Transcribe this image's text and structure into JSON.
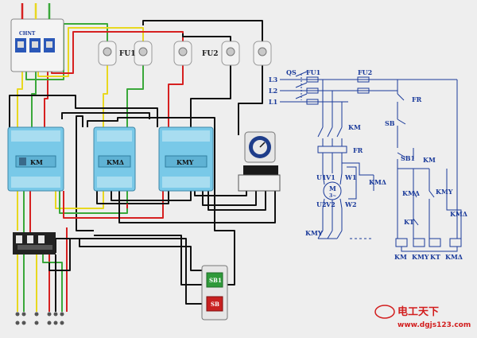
{
  "wiring": {
    "breaker_brand": "CHNT",
    "fuse_group_1": "FU1",
    "fuse_group_2": "FU2",
    "contactor_1": "KM",
    "contactor_2": "KMΔ",
    "contactor_3": "KMY",
    "btn_start": "SB1",
    "btn_stop": "SB"
  },
  "schematic": {
    "QS": "QS",
    "FU1": "FU1",
    "FU2": "FU2",
    "L3": "L3",
    "L2": "L2",
    "L1": "L1",
    "KM": "KM",
    "FR_main": "FR",
    "FR_ctrl": "FR",
    "U1": "U1",
    "V1": "V1",
    "W1": "W1",
    "U2": "U2",
    "V2": "V2",
    "W2": "W2",
    "M": "M",
    "M_sub": "3~",
    "KMd": "KMΔ",
    "KMY": "KMY",
    "SB": "SB",
    "SB1": "SB1",
    "KM_aux": "KM",
    "KMd_nc": "KMΔ",
    "KMY_nc": "KMY",
    "KT_nc": "KT",
    "KMd_no": "KMΔ",
    "coil_KM": "KM",
    "coil_KMY": "KMY",
    "coil_KT": "KT",
    "coil_KMd": "KMΔ"
  },
  "watermark": {
    "brand": "电工天下",
    "url": "www.dgjs123.com"
  },
  "colors": {
    "wire_yellow": "#e8d820",
    "wire_green": "#3aa83a",
    "wire_red": "#d62020",
    "wire_black": "#111111",
    "contactor": "#79c9e8",
    "schematic_blue": "#1a3a9a"
  }
}
